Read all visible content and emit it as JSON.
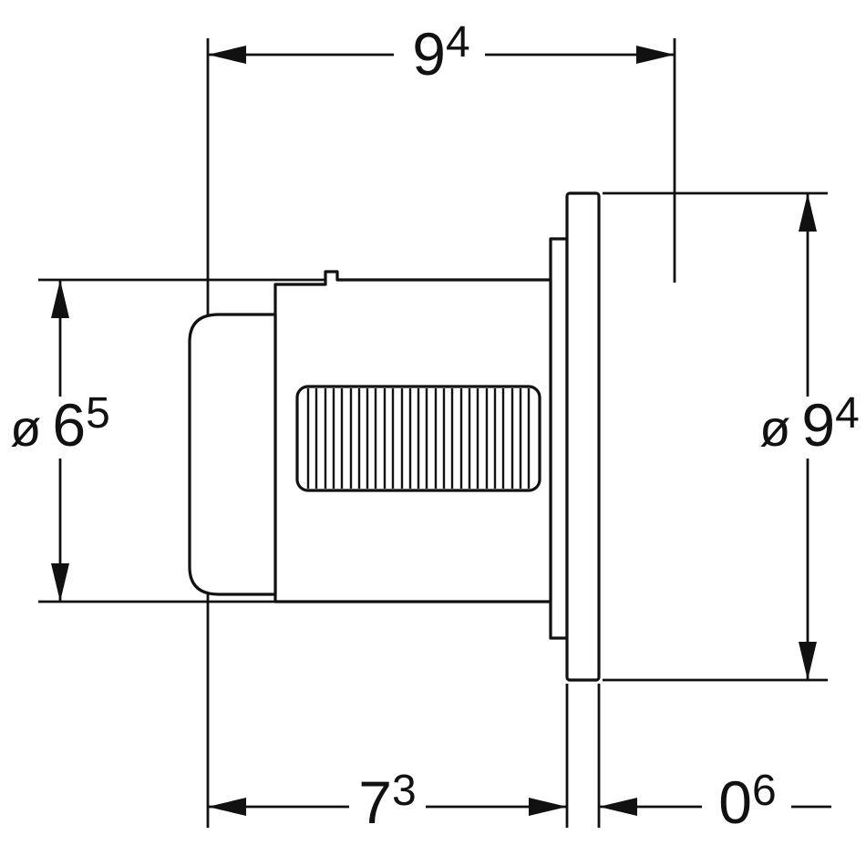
{
  "title": "Technical dimension drawing - concealed flush actuator, side view",
  "colors": {
    "line": "#111111",
    "background": "#ffffff"
  },
  "dimensions": {
    "top_width": {
      "label": "94",
      "main": "9",
      "sup": "4"
    },
    "left_diameter": {
      "label": "ø 65",
      "prefix": "ø",
      "main": "6",
      "sup": "5"
    },
    "right_diameter": {
      "label": "ø 94",
      "prefix": "ø",
      "main": "9",
      "sup": "4"
    },
    "bottom_depth": {
      "label": "73",
      "main": "7",
      "sup": "3"
    },
    "bottom_offset": {
      "label": "06",
      "main": "0",
      "sup": "6"
    }
  }
}
